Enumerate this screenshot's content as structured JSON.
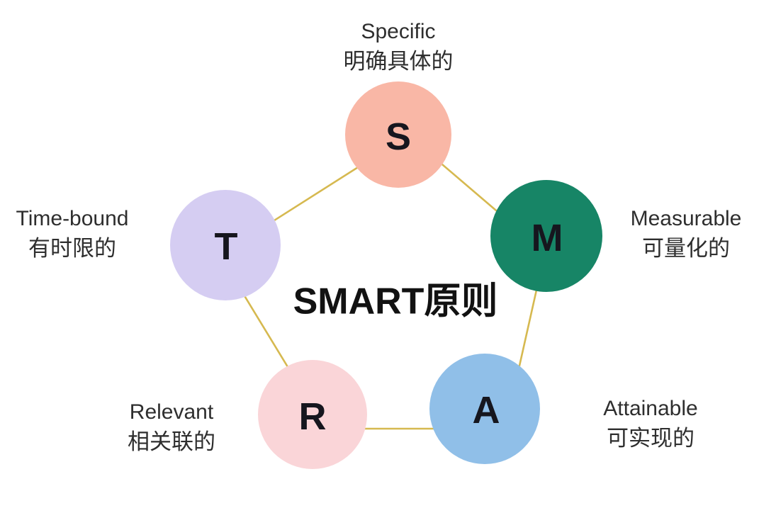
{
  "title": "SMART原则",
  "colors": {
    "line": "#D6B950",
    "letter": "#16161e",
    "label_text": "#2e2e2e",
    "background": "#ffffff"
  },
  "nodes": [
    {
      "id": "s",
      "letter": "S",
      "en": "Specific",
      "zh": "明确具体的",
      "color": "#F9B7A6"
    },
    {
      "id": "m",
      "letter": "M",
      "en": "Measurable",
      "zh": "可量化的",
      "color": "#178566"
    },
    {
      "id": "a",
      "letter": "A",
      "en": "Attainable",
      "zh": "可实现的",
      "color": "#90BFE8"
    },
    {
      "id": "r",
      "letter": "R",
      "en": "Relevant",
      "zh": "相关联的",
      "color": "#FAD5D8"
    },
    {
      "id": "t",
      "letter": "T",
      "en": "Time-bound",
      "zh": "有时限的",
      "color": "#D5CDF2"
    }
  ]
}
